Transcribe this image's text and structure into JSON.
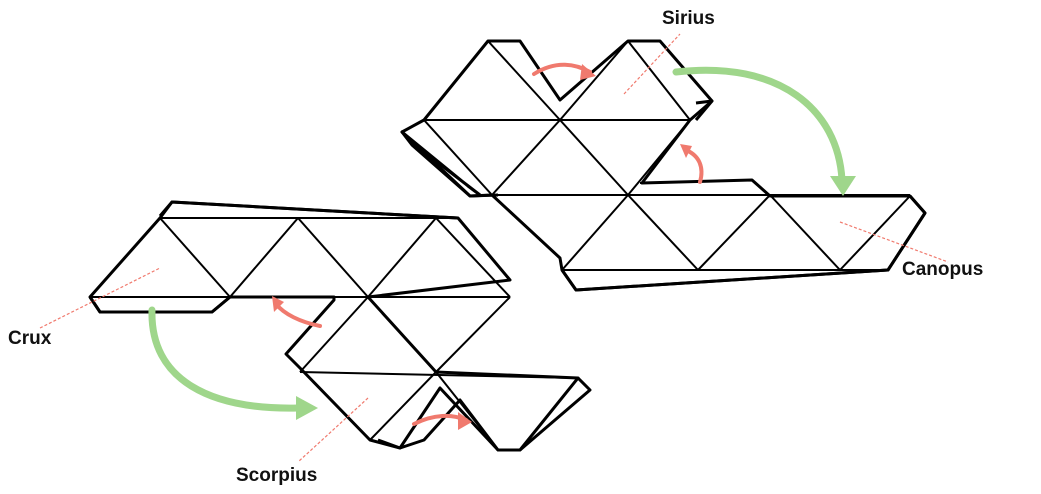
{
  "labels": {
    "sirius": "Sirius",
    "canopus": "Canopus",
    "crux": "Crux",
    "scorpius": "Scorpius"
  },
  "colors": {
    "outline": "#000000",
    "small_arrow": "#f07a6e",
    "large_arrow": "#9fd68b",
    "leader_line": "#f07a6e",
    "background": "#ffffff"
  },
  "icons": {
    "small_arrow": "curved-arrow-small",
    "large_arrow": "curved-arrow-large"
  }
}
